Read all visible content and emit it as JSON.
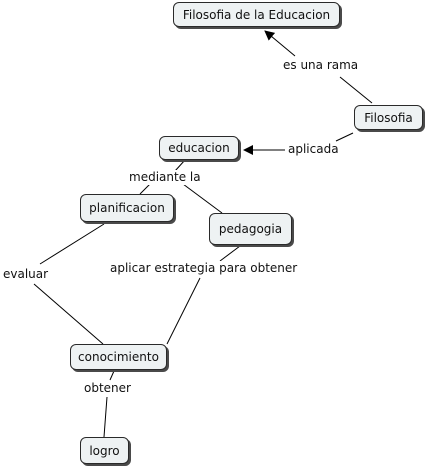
{
  "nodes": {
    "filosofia_educacion": "Filosofia de la Educacion",
    "filosofia": "Filosofia",
    "educacion": "educacion",
    "planificacion": "planificacion",
    "pedagogia": "pedagogia",
    "conocimiento": "conocimiento",
    "logro": "logro"
  },
  "links": {
    "es_una_rama": "es una rama",
    "aplicada": "aplicada",
    "mediante_la": "mediante la",
    "evaluar": "evaluar",
    "aplicar_estrategia": "aplicar estrategia para obtener",
    "obtener": "obtener"
  }
}
